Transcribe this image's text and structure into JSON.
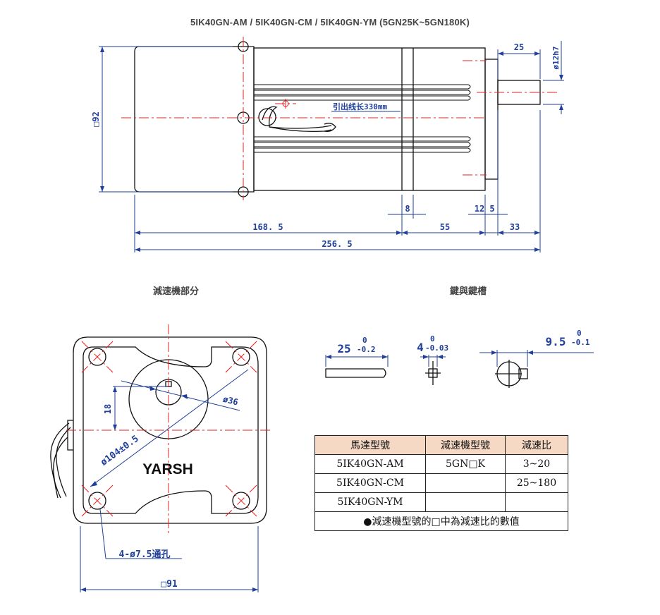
{
  "title": "5IK40GN-AM   /   5IK40GN-CM   /    5IK40GN-YM   (5GN25K~5GN180K)",
  "top_view": {
    "dims": {
      "height": "□92",
      "shaft_len": "25",
      "shaft_dia": "ø12h7",
      "lead": "引出线长330mm",
      "d8": "8",
      "d12": "12",
      "d5": "5",
      "d1685": "168. 5",
      "d55": "55",
      "d33": "33",
      "d2565": "256. 5"
    }
  },
  "gear_section": {
    "label": "減速機部分",
    "dims": {
      "d18": "18",
      "d36": "ø36",
      "d104": "ø104±0.5",
      "holes": "4-ø7.5通孔",
      "width": "□91"
    },
    "brand": "YARSH"
  },
  "key_section": {
    "label": "鍵與鍵槽",
    "key_len": "25",
    "key_len_tol": "0\n-0.2",
    "key_w": "4",
    "key_w_tol": "0\n-0.03",
    "slot": "9.5",
    "slot_tol": "0\n-0.1"
  },
  "table": {
    "headers": [
      "馬達型號",
      "減速機型號",
      "減速比"
    ],
    "rows": [
      [
        "5IK40GN-AM",
        "5GN□K",
        "3~20"
      ],
      [
        "5IK40GN-CM",
        "",
        "25~180"
      ],
      [
        "5IK40GN-YM",
        "",
        ""
      ]
    ],
    "note": "●減速機型號的□中為減速比的數值"
  },
  "colors": {
    "dim": "#1f3f9a",
    "center": "#e02020",
    "header_bg": "#f6d9c4"
  }
}
